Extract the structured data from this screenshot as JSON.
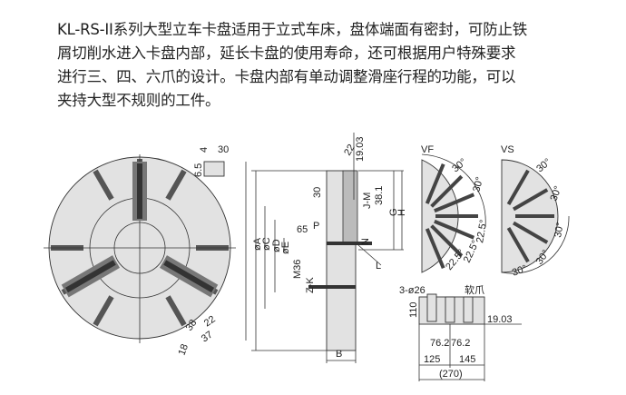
{
  "description": {
    "lines": [
      "KL-RS-II系列大型立车卡盘适用于立式车床，盘体端面有密封，可防止铁",
      "屑切削水进入卡盘内部，延长卡盘的使用寿命，还可根据用户特殊要求",
      "进行三、四、六爪的设计。卡盘内部有单动调整滑座行程的功能，可以",
      "夹持大型不规则的工件。"
    ]
  },
  "drawing": {
    "front_view": {
      "dims": [
        "30",
        "4",
        "6.5",
        "38",
        "22",
        "37",
        "18"
      ]
    },
    "section_view": {
      "dims": [
        "22",
        "19.03",
        "30",
        "38.1",
        "J-M",
        "G",
        "H",
        "N",
        "L",
        "P",
        "65",
        "øA",
        "øC",
        "øD",
        "øE",
        "M36",
        "Z-K",
        "B"
      ]
    },
    "vf_view": {
      "title": "VF",
      "angles": [
        "30°",
        "30°",
        "22.5°",
        "22.5°",
        "22.5°"
      ]
    },
    "vs_view": {
      "title": "VS",
      "angles": [
        "30°",
        "30°",
        "30°",
        "30°",
        "30°"
      ]
    },
    "soft_jaw": {
      "title": "软爪",
      "dims": [
        "3-ø26",
        "110",
        "19.03",
        "76.2",
        "76.2",
        "125",
        "145",
        "(270)"
      ]
    }
  }
}
